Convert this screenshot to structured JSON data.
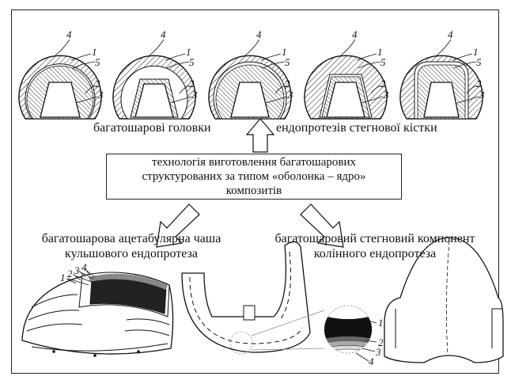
{
  "heads_caption_left": "багатошарові головки",
  "heads_caption_right": "ендопротезів стегнової кістки",
  "tech_lines": [
    "технологія виготовлення багатошарових",
    "структурованих за типом «оболонка – ядро»",
    "композитів"
  ],
  "cup_caption": [
    "багатошарова ацетабулярна чаша",
    "кульшового ендопротеза"
  ],
  "knee_caption": [
    "багатошаровий стегновий компонент",
    "колінного ендопротеза"
  ],
  "head_labels": [
    "4",
    "1",
    "5",
    "2",
    "3"
  ],
  "cup_labels": [
    "1",
    "2",
    "3",
    "4"
  ],
  "knee_labels": [
    "1",
    "2",
    "3",
    "4"
  ]
}
